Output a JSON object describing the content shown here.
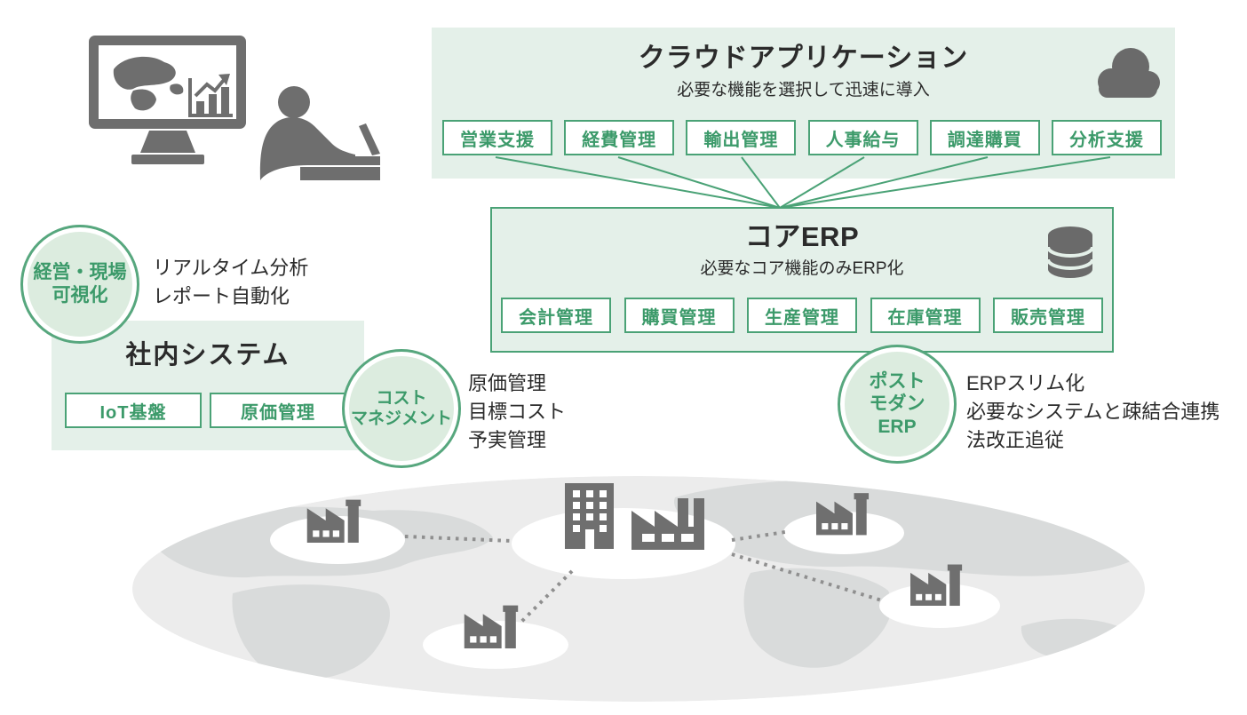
{
  "colors": {
    "accent_green": "#3c9a6a",
    "border_green": "#4aa276",
    "panel_light_green": "#e4f0e9",
    "badge_fill_green": "#dcecdf",
    "icon_dark_gray": "#6e6e6e",
    "map_base_gray": "#ececec",
    "map_land_gray": "#d9dbdb",
    "map_hole_white": "#ffffff",
    "dotted_link_gray": "#8f8f8f",
    "text_dark": "#2b2b2b"
  },
  "cloud_app": {
    "title": "クラウドアプリケーション",
    "subtitle": "必要な機能を選択して迅速に導入",
    "icon": "cloud-icon",
    "modules": [
      "営業支援",
      "経費管理",
      "輸出管理",
      "人事給与",
      "調達購買",
      "分析支援"
    ]
  },
  "core_erp": {
    "title": "コアERP",
    "subtitle": "必要なコア機能のみERP化",
    "icon": "database-icon",
    "modules": [
      "会計管理",
      "購買管理",
      "生産管理",
      "在庫管理",
      "販売管理"
    ]
  },
  "internal_system": {
    "title": "社内システム",
    "modules": [
      "IoT基盤",
      "原価管理"
    ]
  },
  "badges": {
    "visualization": {
      "lines": [
        "経営・現場",
        "可視化"
      ],
      "notes": [
        "リアルタイム分析",
        "レポート自動化"
      ]
    },
    "cost_management": {
      "lines": [
        "コスト",
        "マネジメント"
      ],
      "notes": [
        "原価管理",
        "目標コスト",
        "予実管理"
      ]
    },
    "postmodern_erp": {
      "lines": [
        "ポスト",
        "モダン",
        "ERP"
      ],
      "notes": [
        "ERPスリム化",
        "必要なシステムと疎結合連携",
        "法改正追従"
      ]
    }
  },
  "hero_icons": [
    "monitor-dashboard-icon",
    "person-at-laptop-icon"
  ],
  "global_map": {
    "hub_icons": [
      "headquarters-building-icon",
      "factory-icon"
    ],
    "site_icons": [
      "factory-icon",
      "factory-icon",
      "factory-icon",
      "factory-icon"
    ]
  }
}
